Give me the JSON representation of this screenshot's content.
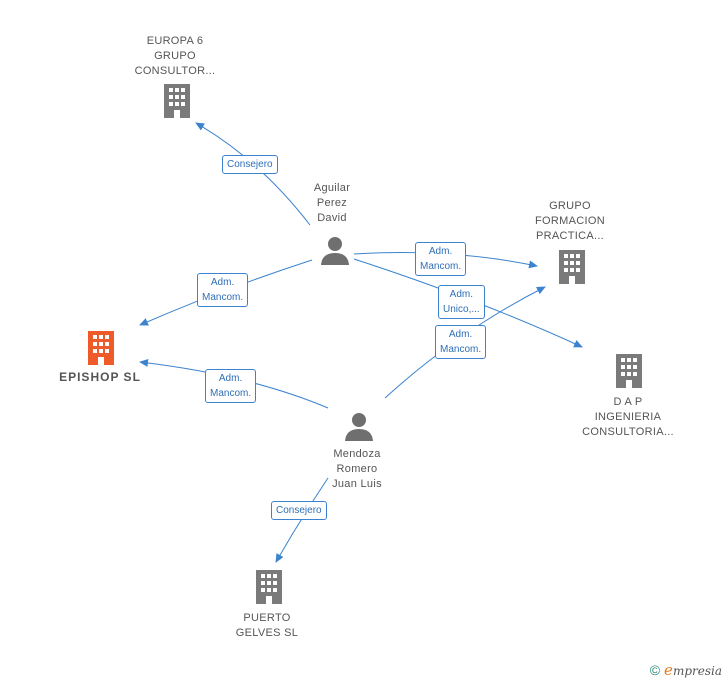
{
  "colors": {
    "edge": "#3c83cf",
    "company": "#7a7a7a",
    "focus_company": "#ee5a2a",
    "person": "#6f6f6f"
  },
  "nodes": {
    "europa": {
      "label": "EUROPA 6\nGRUPO\nCONSULTOR...",
      "icon": "building-icon"
    },
    "grupo_formacion": {
      "label": "GRUPO\nFORMACION\nPRACTICA...",
      "icon": "building-icon"
    },
    "epishop": {
      "label": "EPISHOP  SL",
      "icon": "building-icon"
    },
    "dap": {
      "label": "D A P\nINGENIERIA\nCONSULTORIA...",
      "icon": "building-icon"
    },
    "puerto": {
      "label": "PUERTO\nGELVES SL",
      "icon": "building-icon"
    },
    "aguilar": {
      "label": "Aguilar\nPerez\nDavid",
      "icon": "person-icon"
    },
    "mendoza": {
      "label": "Mendoza\nRomero\nJuan Luis",
      "icon": "person-icon"
    }
  },
  "edges": {
    "aguilar_europa": "Consejero",
    "aguilar_grupo": "Adm.\nMancom.",
    "aguilar_dap": "Adm.\nUnico,...",
    "aguilar_epishop": "Adm.\nMancom.",
    "mendoza_epishop": "Adm.\nMancom.",
    "mendoza_grupo": "Adm.\nMancom.",
    "mendoza_puerto": "Consejero"
  },
  "footer": {
    "copyright": "©",
    "brand_initial": "e",
    "brand_rest": "mpresia"
  }
}
